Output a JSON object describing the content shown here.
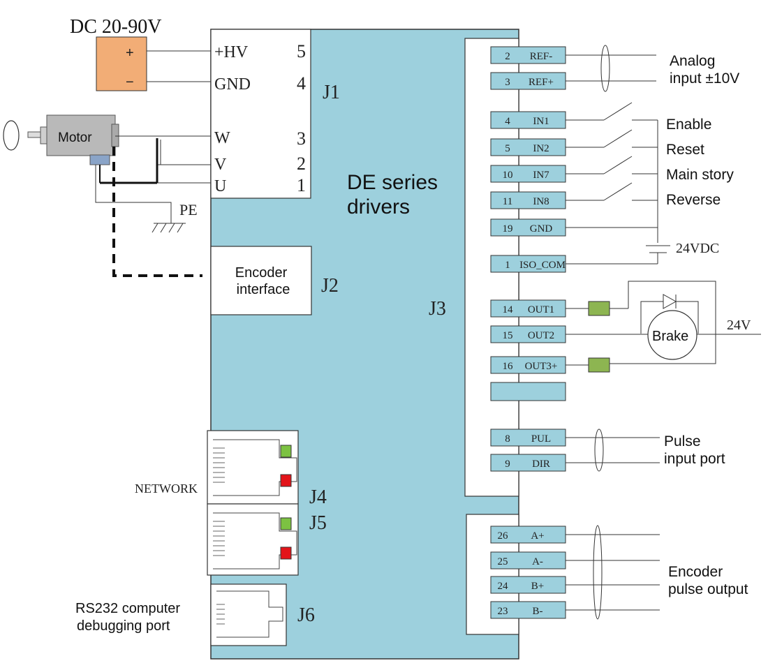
{
  "power": {
    "label": "DC 20-90V",
    "plus": "+",
    "minus": "−"
  },
  "motor": {
    "label": "Motor"
  },
  "pe_label": "PE",
  "driver": {
    "title_line1": "DE series",
    "title_line2": "drivers"
  },
  "j1": {
    "name": "J1",
    "pins": [
      {
        "label": "+HV",
        "num": "5"
      },
      {
        "label": "GND",
        "num": "4"
      },
      {
        "label": "W",
        "num": "3"
      },
      {
        "label": "V",
        "num": "2"
      },
      {
        "label": "U",
        "num": "1"
      }
    ]
  },
  "j2": {
    "name": "J2",
    "line1": "Encoder",
    "line2": "interface"
  },
  "j3": {
    "name": "J3",
    "pins": [
      {
        "num": "2",
        "label": "REF-"
      },
      {
        "num": "3",
        "label": "REF+"
      },
      {
        "num": "4",
        "label": "IN1"
      },
      {
        "num": "5",
        "label": "IN2"
      },
      {
        "num": "10",
        "label": "IN7"
      },
      {
        "num": "11",
        "label": "IN8"
      },
      {
        "num": "19",
        "label": "GND"
      },
      {
        "num": "1",
        "label": "ISO_COM"
      },
      {
        "num": "14",
        "label": "OUT1"
      },
      {
        "num": "15",
        "label": "OUT2"
      },
      {
        "num": "16",
        "label": "OUT3+"
      },
      {
        "num": "",
        "label": ""
      },
      {
        "num": "8",
        "label": "PUL"
      },
      {
        "num": "9",
        "label": "DIR"
      }
    ]
  },
  "encoder_out": {
    "pins": [
      {
        "num": "26",
        "label": "A+"
      },
      {
        "num": "25",
        "label": "A-"
      },
      {
        "num": "24",
        "label": "B+"
      },
      {
        "num": "23",
        "label": "B-"
      }
    ]
  },
  "annotations": {
    "analog_line1": "Analog",
    "analog_line2": "input ±10V",
    "enable": "Enable",
    "reset": "Reset",
    "main_story": "Main story",
    "reverse": "Reverse",
    "vdc24": "24VDC",
    "brake": "Brake",
    "v24": "24V",
    "pulse_line1": "Pulse",
    "pulse_line2": "input port",
    "enc_line1": "Encoder",
    "enc_line2": "pulse output"
  },
  "network": {
    "label": "NETWORK",
    "j4": "J4",
    "j5": "J5"
  },
  "rs232": {
    "line1": "RS232 computer",
    "line2": "debugging port",
    "name": "J6"
  },
  "colors": {
    "driver_fill": "#9dd0dd",
    "power_fill": "#f2ad76",
    "led_green": "#7cc242",
    "led_red": "#e3141a",
    "brake_box": "#8db551",
    "line": "#333333"
  }
}
